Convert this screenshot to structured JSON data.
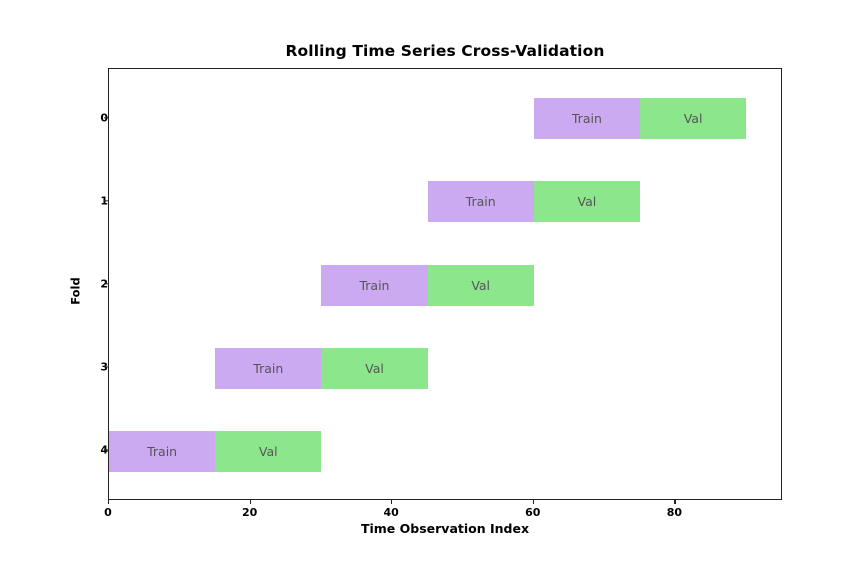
{
  "chart_data": {
    "type": "bar",
    "orientation": "horizontal",
    "title": "Rolling Time Series Cross-Validation",
    "xlabel": "Time Observation Index",
    "ylabel": "Fold",
    "xlim": [
      0,
      95.2
    ],
    "ylim": [
      -0.6,
      4.6
    ],
    "grid": false,
    "legend": false,
    "xticks": [
      0,
      20,
      40,
      60,
      80
    ],
    "xtick_labels": [
      "0",
      "20",
      "40",
      "60",
      "80"
    ],
    "yticks": [
      0,
      1,
      2,
      3,
      4
    ],
    "ytick_labels": [
      "0",
      "1",
      "2",
      "3",
      "4"
    ],
    "categories": [
      "0",
      "1",
      "2",
      "3",
      "4"
    ],
    "series": [
      {
        "name": "Train",
        "color": "#cbaaf2",
        "label": "Train",
        "starts": [
          60,
          45,
          30,
          15,
          0
        ],
        "widths": [
          15,
          15,
          15,
          15,
          15
        ]
      },
      {
        "name": "Val",
        "color": "#8ce68c",
        "label": "Val",
        "starts": [
          75,
          60,
          45,
          30,
          15
        ],
        "widths": [
          15,
          15,
          15,
          15,
          15
        ]
      }
    ],
    "bars": [
      {
        "fold": "0",
        "train_label": "Train",
        "train_start": 60,
        "train_end": 75,
        "val_label": "Val",
        "val_start": 75,
        "val_end": 90
      },
      {
        "fold": "1",
        "train_label": "Train",
        "train_start": 45,
        "train_end": 60,
        "val_label": "Val",
        "val_start": 60,
        "val_end": 75
      },
      {
        "fold": "2",
        "train_label": "Train",
        "train_start": 30,
        "train_end": 45,
        "val_label": "Val",
        "val_start": 45,
        "val_end": 60
      },
      {
        "fold": "3",
        "train_label": "Train",
        "train_start": 15,
        "train_end": 30,
        "val_label": "Val",
        "val_start": 30,
        "val_end": 45
      },
      {
        "fold": "4",
        "train_label": "Train",
        "train_start": 0,
        "train_end": 15,
        "val_label": "Val",
        "val_start": 15,
        "val_end": 30
      }
    ],
    "colors": {
      "train": "#cbaaf2",
      "val": "#8ce68c",
      "bar_text": "#555555",
      "axis": "#222222",
      "background": "#ffffff"
    }
  }
}
